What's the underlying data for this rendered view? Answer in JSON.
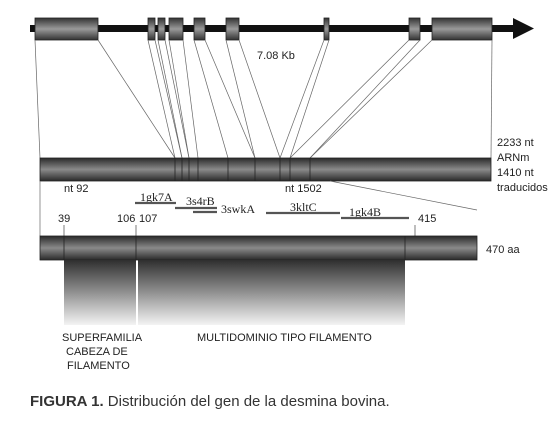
{
  "gene_scale": "7.08 Kb",
  "mrna_label": [
    "2233 nt",
    "ARNm",
    "1410 nt",
    "traducidos"
  ],
  "nt_start": "nt 92",
  "nt_end": "nt 1502",
  "protein_length": "470 aa",
  "positions": [
    "39",
    "106",
    "107",
    "415"
  ],
  "structures": [
    "1gk7A",
    "3s4rB",
    "3swkA",
    "3kltC",
    "1gk4B"
  ],
  "domain_head": [
    "SUPERFAMILIA",
    "CABEZA DE",
    "FILAMENTO"
  ],
  "domain_rod": "MULTIDOMINIO TIPO FILAMENTO",
  "caption_label": "FIGURA 1.",
  "caption_text": "Distribución del gen de la desmina bovina."
}
